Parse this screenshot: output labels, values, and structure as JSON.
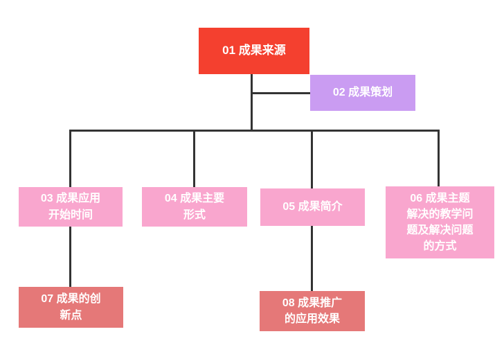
{
  "diagram": {
    "type": "mind-map-tree",
    "background_color": "#ffffff",
    "connector_color": "#333333",
    "text_color": "#ffffff",
    "nodes": [
      {
        "id": "01",
        "label": "01 成果来源",
        "color": "#f4402f"
      },
      {
        "id": "02",
        "label": "02 成果策划",
        "color": "#ca9cf2"
      },
      {
        "id": "03",
        "label": "03 成果应用\n开始时间",
        "color": "#f9a6ce"
      },
      {
        "id": "04",
        "label": "04 成果主要\n形式",
        "color": "#f9a6ce"
      },
      {
        "id": "05",
        "label": "05 成果简介",
        "color": "#f9a6ce"
      },
      {
        "id": "06",
        "label": "06 成果主题\n解决的教学问\n题及解决问题\n的方式",
        "color": "#f9a6ce"
      },
      {
        "id": "07",
        "label": "07 成果的创\n新点",
        "color": "#e57878"
      },
      {
        "id": "08",
        "label": "08 成果推广\n的应用效果",
        "color": "#e57878"
      }
    ],
    "edges": [
      {
        "from": "01",
        "to": "02"
      },
      {
        "from": "01",
        "to": "03"
      },
      {
        "from": "01",
        "to": "04"
      },
      {
        "from": "01",
        "to": "05"
      },
      {
        "from": "01",
        "to": "06"
      },
      {
        "from": "03",
        "to": "07"
      },
      {
        "from": "05",
        "to": "08"
      }
    ]
  }
}
